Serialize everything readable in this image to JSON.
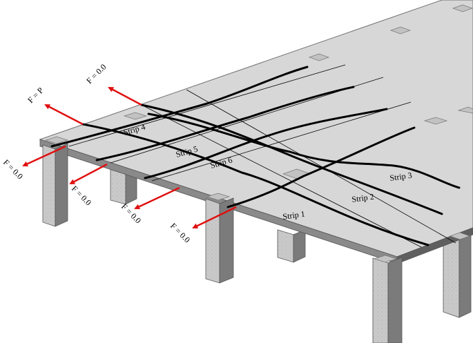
{
  "diagram": {
    "colors": {
      "slab_top": "#d7d7d7",
      "slab_edge": "#8a8a8a",
      "slab_edge_dark": "#5f5f5f",
      "column_face": "#c9c9c9",
      "column_dark": "#7b7b7b",
      "strip_line": "#000000",
      "force_arrow": "#e01010"
    },
    "strips": [
      {
        "id": "strip1",
        "label": "Strip 1"
      },
      {
        "id": "strip2",
        "label": "Strip 2"
      },
      {
        "id": "strip3",
        "label": "Strip 3"
      },
      {
        "id": "strip4",
        "label": "Strip 4"
      },
      {
        "id": "strip5",
        "label": "Strip 5"
      },
      {
        "id": "strip6",
        "label": "Strip 6"
      }
    ],
    "forces": [
      {
        "id": "f-top",
        "label": "F = 0.0"
      },
      {
        "id": "f-p",
        "label": "F = P"
      },
      {
        "id": "f-left",
        "label": "F = 0.0"
      },
      {
        "id": "f-mid1",
        "label": "F = 0.0"
      },
      {
        "id": "f-mid2",
        "label": "F = 0.0"
      },
      {
        "id": "f-bottom",
        "label": "F = 0.0"
      }
    ]
  }
}
